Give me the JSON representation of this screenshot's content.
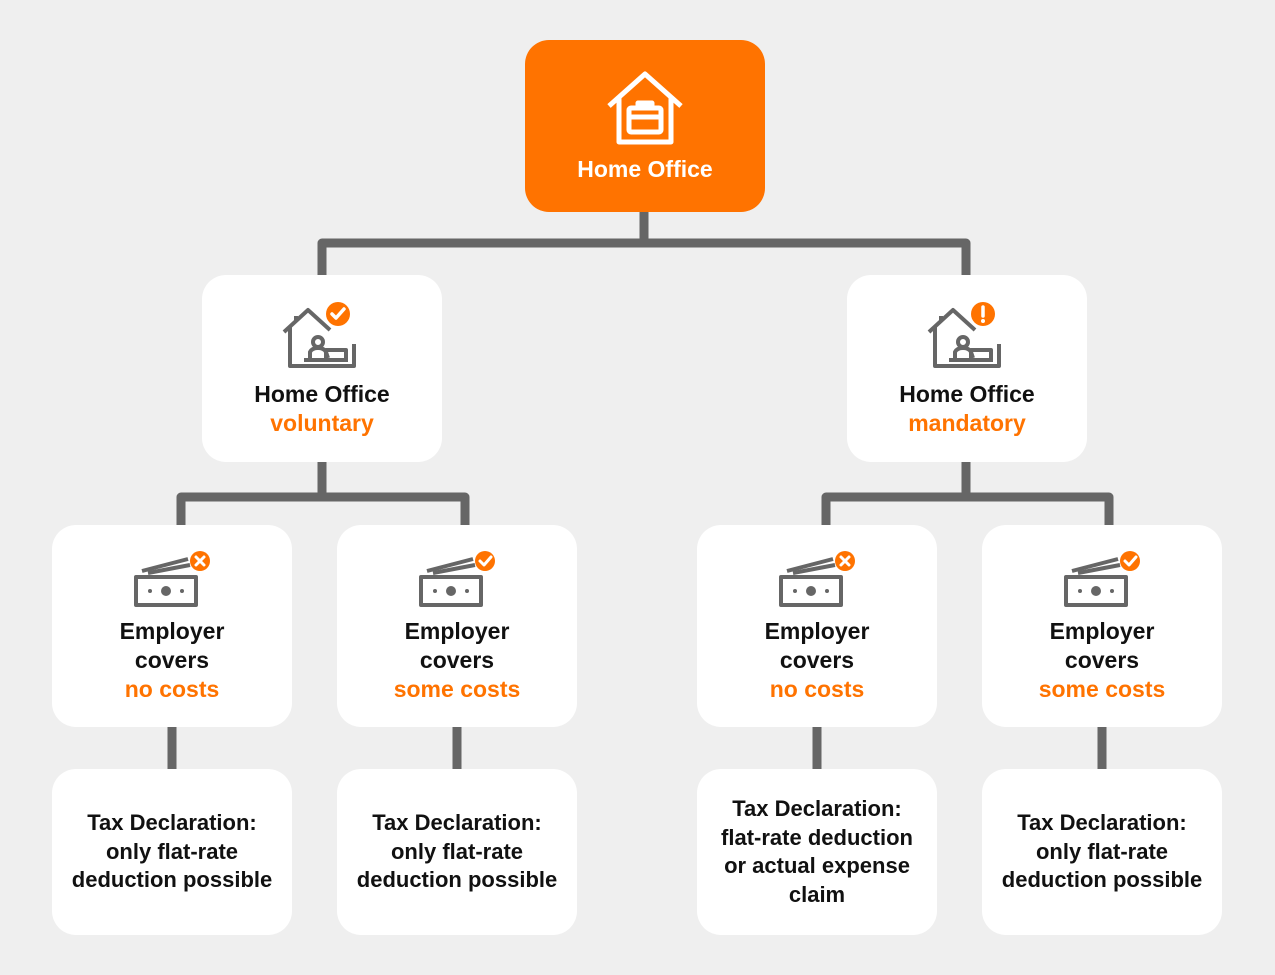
{
  "root": {
    "label": "Home Office",
    "icon": "house-briefcase-icon"
  },
  "branches": [
    {
      "title": "Home Office",
      "type": "voluntary",
      "status_icon": "check-badge-icon",
      "children": [
        {
          "line1": "Employer",
          "line2": "covers",
          "coverage": "no costs",
          "status_icon": "x-badge-icon",
          "tax": [
            "Tax Declaration:",
            "only flat-rate",
            "deduction possible"
          ]
        },
        {
          "line1": "Employer",
          "line2": "covers",
          "coverage": "some costs",
          "status_icon": "check-badge-icon",
          "tax": [
            "Tax Declaration:",
            "only flat-rate",
            "deduction possible"
          ]
        }
      ]
    },
    {
      "title": "Home Office",
      "type": "mandatory",
      "status_icon": "exclamation-badge-icon",
      "children": [
        {
          "line1": "Employer",
          "line2": "covers",
          "coverage": "no costs",
          "status_icon": "x-badge-icon",
          "tax": [
            "Tax Declaration:",
            "flat-rate deduction",
            "or actual expense",
            "claim"
          ]
        },
        {
          "line1": "Employer",
          "line2": "covers",
          "coverage": "some costs",
          "status_icon": "check-badge-icon",
          "tax": [
            "Tax Declaration:",
            "only flat-rate",
            "deduction possible"
          ]
        }
      ]
    }
  ],
  "colors": {
    "accent": "#ff7300",
    "connector": "#666666",
    "box": "#ffffff",
    "background": "#efefef",
    "icon": "#666666"
  }
}
